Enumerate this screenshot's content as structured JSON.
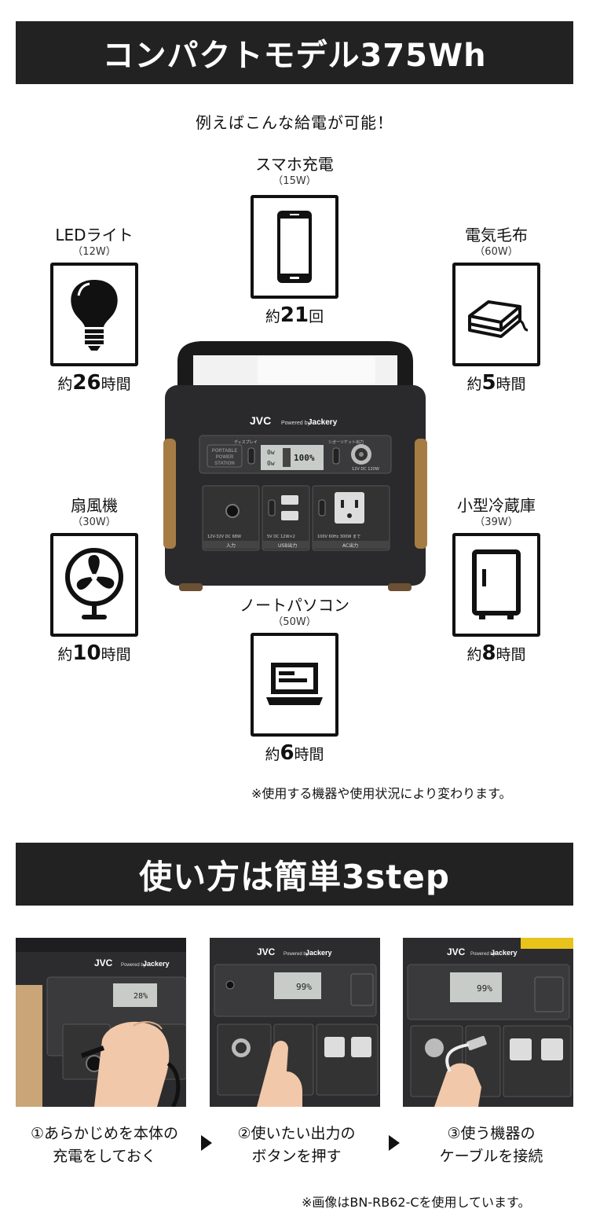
{
  "header1": {
    "title": "コンパクトモデル375Wh"
  },
  "lead": "例えばこんな給電が可能！",
  "devices": {
    "smartphone": {
      "name": "スマホ充電",
      "watt": "（15W）",
      "result_prefix": "約",
      "result_num": "21",
      "result_unit": "回",
      "icon": "smartphone-icon"
    },
    "led": {
      "name": "LEDライト",
      "watt": "（12W）",
      "result_prefix": "約",
      "result_num": "26",
      "result_unit": "時間",
      "icon": "lightbulb-icon"
    },
    "blanket": {
      "name": "電気毛布",
      "watt": "（60W）",
      "result_prefix": "約",
      "result_num": "5",
      "result_unit": "時間",
      "icon": "electric-blanket-icon"
    },
    "fan": {
      "name": "扇風機",
      "watt": "（30W）",
      "result_prefix": "約",
      "result_num": "10",
      "result_unit": "時間",
      "icon": "fan-icon"
    },
    "fridge": {
      "name": "小型冷蔵庫",
      "watt": "（39W）",
      "result_prefix": "約",
      "result_num": "8",
      "result_unit": "時間",
      "icon": "refrigerator-icon"
    },
    "laptop": {
      "name": "ノートパソコン",
      "watt": "（50W）",
      "result_prefix": "約",
      "result_num": "6",
      "result_unit": "時間",
      "icon": "laptop-icon"
    }
  },
  "station": {
    "brand": "JVC",
    "powered_by": "Powered by",
    "partner": "Jackery",
    "badge_line1": "PORTABLE",
    "badge_line2": "POWER",
    "badge_line3": "STATION",
    "display_label": "ディスプレイ",
    "socket_label": "シガーソケット出力",
    "battery": "100%",
    "in_watt": "0w",
    "out_watt": "0w",
    "car_spec": "12V DC 120W",
    "input_spec": "12V-32V DC 68W",
    "input_label": "入力",
    "usb_spec": "5V DC 12W×2",
    "usb_label": "USB出力",
    "ac_spec": "100V 60Hz 300W まで",
    "ac_label": "AC出力"
  },
  "note1": "※使用する機器や使用状況により変わります。",
  "header2": {
    "title": "使い方は簡単3step"
  },
  "step_photos": {
    "p1_battery": "28%",
    "p2_battery": "99%",
    "p3_battery": "99%",
    "brand": "JVC",
    "powered_by": "Powered by",
    "partner": "Jackery"
  },
  "steps": [
    {
      "line1": "①あらかじめを本体の",
      "line2": "充電をしておく"
    },
    {
      "line1": "②使いたい出力の",
      "line2": "ボタンを押す"
    },
    {
      "line1": "③使う機器の",
      "line2": "ケーブルを接続"
    }
  ],
  "note2": "※画像はBN-RB62-Cを使用しています。"
}
